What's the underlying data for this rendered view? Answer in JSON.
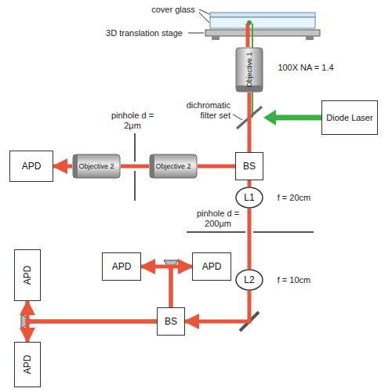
{
  "diagram": {
    "nodes": [
      {
        "text": [
          "Objective 1"
        ]
      },
      {
        "text": [
          "Diode Laser"
        ]
      },
      {
        "text": [
          "APD"
        ]
      },
      {
        "text": [
          "Objective 2"
        ]
      },
      {
        "text": [
          "Objective 2"
        ]
      },
      {
        "text": [
          "BS"
        ]
      },
      {
        "text": [
          "L1"
        ]
      },
      {
        "text": [
          "APD"
        ]
      },
      {
        "text": [
          "APD"
        ]
      },
      {
        "text": [
          "L2"
        ]
      },
      {
        "text": [
          "APD"
        ]
      },
      {
        "text": [
          "BS"
        ]
      },
      {
        "text": [
          "APD"
        ]
      }
    ],
    "edges": [
      {
        "from": 0,
        "to": 5,
        "arrow": "none"
      },
      {
        "from": 5,
        "to": 4,
        "arrow": "none"
      },
      {
        "from": 4,
        "to": 3,
        "arrow": "none"
      },
      {
        "from": 3,
        "to": 2,
        "arrow": "to"
      },
      {
        "from": 5,
        "to": 6,
        "arrow": "none"
      },
      {
        "from": 6,
        "to": 9,
        "arrow": "none"
      },
      {
        "from": 9,
        "to": 11,
        "arrow": "to"
      },
      {
        "from": 11,
        "to": 7,
        "arrow": "to"
      },
      {
        "from": 11,
        "to": 8,
        "arrow": "to"
      },
      {
        "from": 11,
        "to": 10,
        "arrow": "to"
      },
      {
        "from": 11,
        "to": 12,
        "arrow": "to"
      }
    ],
    "labels": [
      "cover glass",
      "3D translation stage",
      "100X NA = 1.4",
      "dichromatic filter set",
      "pinhole d = 2μm",
      "f = 20cm",
      "pinhole d = 200μm",
      "f = 10cm"
    ]
  }
}
